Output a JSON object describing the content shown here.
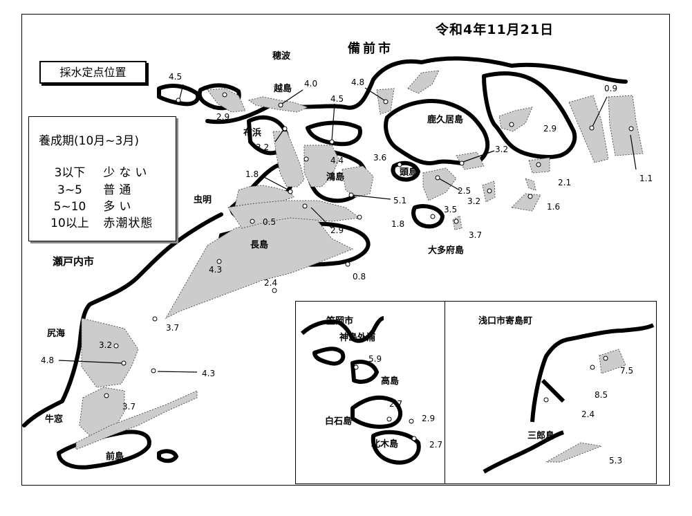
{
  "date_label": "令和4年11月21日",
  "map_title": "採水定点位置",
  "legend": {
    "title": "養成期(10月~3月)",
    "rows": [
      {
        "range": "3以下",
        "level": "少ない"
      },
      {
        "range": "3~5",
        "level": "普通"
      },
      {
        "range": "5~10",
        "level": "多い"
      },
      {
        "range": "10以上",
        "level": "赤潮状態"
      }
    ]
  },
  "places": {
    "bizen": "備前市",
    "hoji": "穂波",
    "koshijima": "越島",
    "kakui": "鹿久居島",
    "nunohama": "布浜",
    "mushiake": "虫明",
    "kounoshima": "鴻島",
    "zushima": "頭島",
    "nagashima": "長島",
    "otabu": "大多府島",
    "setouchi": "瀬戸内市",
    "shiriumi": "尻海",
    "ushimado": "牛窓",
    "maejima": "前島",
    "kasaoka": "笠岡市",
    "kounoshima_outer": "神島外浦",
    "takashima": "高島",
    "shiraishi": "白石島",
    "kitagi": "北木島",
    "asakuchi": "浅口市寄島町",
    "saburo": "三郎島"
  },
  "stations": [
    {
      "id": "s01",
      "value": "4.5"
    },
    {
      "id": "s02",
      "value": "2.9"
    },
    {
      "id": "s03",
      "value": "4.0"
    },
    {
      "id": "s04",
      "value": "4.5"
    },
    {
      "id": "s05",
      "value": "4.8"
    },
    {
      "id": "s06",
      "value": "0.9"
    },
    {
      "id": "s07",
      "value": "3.2"
    },
    {
      "id": "s08",
      "value": "2.9"
    },
    {
      "id": "s09",
      "value": "3.6"
    },
    {
      "id": "s10",
      "value": "4.4"
    },
    {
      "id": "s11",
      "value": "3.2"
    },
    {
      "id": "s12",
      "value": "1.8"
    },
    {
      "id": "s13",
      "value": "2.5"
    },
    {
      "id": "s14",
      "value": "2.1"
    },
    {
      "id": "s15",
      "value": "1.1"
    },
    {
      "id": "s16",
      "value": "5.1"
    },
    {
      "id": "s17",
      "value": "3.2"
    },
    {
      "id": "s18",
      "value": "1.6"
    },
    {
      "id": "s19",
      "value": "0.5"
    },
    {
      "id": "s20",
      "value": "2.9"
    },
    {
      "id": "s21",
      "value": "3.5"
    },
    {
      "id": "s22",
      "value": "1.8"
    },
    {
      "id": "s23",
      "value": "3.7"
    },
    {
      "id": "s24",
      "value": "4.3"
    },
    {
      "id": "s25",
      "value": "0.8"
    },
    {
      "id": "s26",
      "value": "2.4"
    },
    {
      "id": "s27",
      "value": "3.7"
    },
    {
      "id": "s28",
      "value": "3.2"
    },
    {
      "id": "s29",
      "value": "4.8"
    },
    {
      "id": "s30",
      "value": "4.3"
    },
    {
      "id": "s31",
      "value": "3.7"
    },
    {
      "id": "k1",
      "value": "5.9"
    },
    {
      "id": "k2",
      "value": "2.7"
    },
    {
      "id": "k3",
      "value": "2.9"
    },
    {
      "id": "k4",
      "value": "2.7"
    },
    {
      "id": "y1",
      "value": "7.5"
    },
    {
      "id": "y2",
      "value": "8.5"
    },
    {
      "id": "y3",
      "value": "2.4"
    },
    {
      "id": "y4",
      "value": "5.3"
    }
  ]
}
